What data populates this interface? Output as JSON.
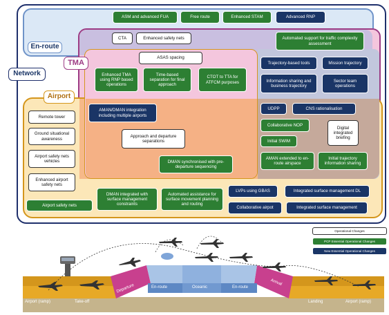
{
  "colors": {
    "green": "#2d7f33",
    "navy": "#1a3566",
    "white": "#ffffff",
    "network_border": "#1e2f6b",
    "enroute_fill": "#dbe8f6",
    "enroute_border": "#6f93c8",
    "tma_fill": "#f4c6dd",
    "tma_border": "#9c3b84",
    "airport_fill": "#fce7b8",
    "airport_border": "#d4961c",
    "overlap_fill": "#c6bfe0"
  },
  "regions": {
    "network": "Network",
    "enroute": "En-route",
    "tma": "TMA",
    "airport": "Airport"
  },
  "boxes": {
    "asm": "ASM and advanced FUA",
    "free_route": "Free route",
    "enhanced_stam": "Enhanced STAM",
    "advanced_rnp": "Advanced RNP",
    "cta": "CTA",
    "enhanced_safety_nets": "Enhanced safety nets",
    "automated_support": "Automated support for traffic complexity assessment",
    "asas_spacing": "ASAS spacing",
    "trajectory_tools": "Trajectory-based tools",
    "mission_trajectory": "Mission trajectory",
    "enhanced_tma": "Enhanced TMA using RNP based operations",
    "time_based": "Time-based separation for final approach",
    "ctot_tta": "CTOT to TTA for ATFCM purposes",
    "info_sharing": "Information sharing and business trajectory",
    "sector_team": "Sector team operations",
    "aman_dman": "AMAN/DMAN integration including multiple airports",
    "udpp": "UDPP",
    "cns": "CNS rationalisation",
    "remote_tower": "Remote tower",
    "collaborative_nop": "Collaborative NOP",
    "ground_situational": "Ground situational awareness",
    "approach_departure": "Approach and departure separations",
    "digital_briefing": "Digital integrated briefing",
    "initial_swim": "Initial SWIM",
    "airport_safety_vehicles": "Airport safety nets vehicles",
    "aman_extended": "AMAN extended to en-route airspace",
    "initial_trajectory": "Initial trajectory information sharing",
    "dman_sync": "DMAN synchronised with pre-departure sequencing",
    "enhanced_airport_safety": "Enhanced airport safety nets",
    "dman_integrated": "DMAN integrated with surface management constraints",
    "automated_assistance": "Automated assistance for surface movement planning and routing",
    "lvps_gbas": "LVPs using GBAS",
    "integrated_surface_dl": "Integrated surface management DL",
    "airport_safety_nets": "Airport safety nets",
    "collaborative_airport": "Collaborative airpot",
    "integrated_surface": "Integrated surface management"
  },
  "legend": {
    "operational": "Operational Changes",
    "pcp": "PCP Essential Operational Changes",
    "new_essential": "New Essential Operational Changes"
  },
  "phases": {
    "airport_ramp_left": "Airport (ramp)",
    "takeoff": "Take-off",
    "departure": "Departure",
    "enroute_left": "En-route",
    "oceanic": "Oceanic",
    "enroute_right": "En-route",
    "arrival": "Arrival",
    "landing": "Landing",
    "airport_ramp_right": "Airport (ramp)"
  }
}
